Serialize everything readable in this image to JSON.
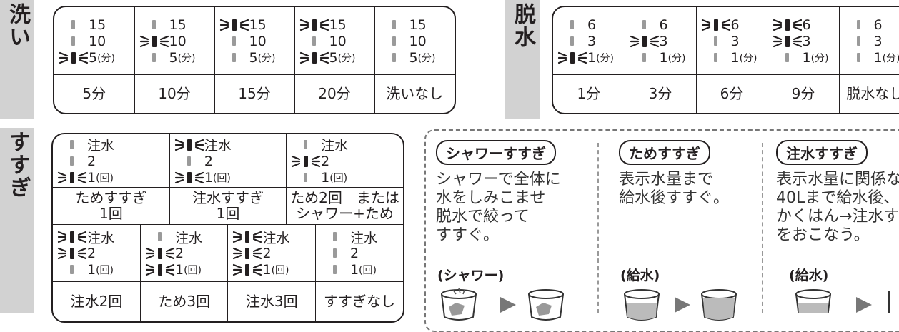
{
  "wash": {
    "header": "洗い",
    "columns": [
      {
        "rows": [
          {
            "on": false,
            "value": "15"
          },
          {
            "on": false,
            "value": "10"
          },
          {
            "on": true,
            "value": "5",
            "unit": "(分)"
          }
        ],
        "label": "5分"
      },
      {
        "rows": [
          {
            "on": false,
            "value": "15"
          },
          {
            "on": true,
            "value": "10"
          },
          {
            "on": false,
            "value": "5",
            "unit": "(分)"
          }
        ],
        "label": "10分"
      },
      {
        "rows": [
          {
            "on": true,
            "value": "15"
          },
          {
            "on": false,
            "value": "10"
          },
          {
            "on": false,
            "value": "5",
            "unit": "(分)"
          }
        ],
        "label": "15分"
      },
      {
        "rows": [
          {
            "on": true,
            "value": "15"
          },
          {
            "on": false,
            "value": "10"
          },
          {
            "on": true,
            "value": "5",
            "unit": "(分)"
          }
        ],
        "label": "20分"
      },
      {
        "rows": [
          {
            "on": false,
            "value": "15"
          },
          {
            "on": false,
            "value": "10"
          },
          {
            "on": false,
            "value": "5",
            "unit": "(分)"
          }
        ],
        "label": "洗いなし"
      }
    ]
  },
  "spin": {
    "header": "脱水",
    "columns": [
      {
        "rows": [
          {
            "on": false,
            "value": "6"
          },
          {
            "on": false,
            "value": "3"
          },
          {
            "on": true,
            "value": "1",
            "unit": "(分)"
          }
        ],
        "label": "1分"
      },
      {
        "rows": [
          {
            "on": false,
            "value": "6"
          },
          {
            "on": true,
            "value": "3"
          },
          {
            "on": false,
            "value": "1",
            "unit": "(分)"
          }
        ],
        "label": "3分"
      },
      {
        "rows": [
          {
            "on": true,
            "value": "6"
          },
          {
            "on": false,
            "value": "3"
          },
          {
            "on": false,
            "value": "1",
            "unit": "(分)"
          }
        ],
        "label": "6分"
      },
      {
        "rows": [
          {
            "on": true,
            "value": "6"
          },
          {
            "on": true,
            "value": "3"
          },
          {
            "on": false,
            "value": "1",
            "unit": "(分)"
          }
        ],
        "label": "9分"
      },
      {
        "rows": [
          {
            "on": false,
            "value": "6"
          },
          {
            "on": false,
            "value": "3"
          },
          {
            "on": false,
            "value": "1",
            "unit": "(分)"
          }
        ],
        "label": "脱水なし"
      }
    ]
  },
  "rinse": {
    "header": "すすぎ",
    "top": [
      {
        "rows": [
          {
            "on": false,
            "value": "注水"
          },
          {
            "on": false,
            "value": "2"
          },
          {
            "on": true,
            "value": "1",
            "unit": "(回)"
          }
        ],
        "label": "ためすすぎ\n1回"
      },
      {
        "rows": [
          {
            "on": true,
            "value": "注水"
          },
          {
            "on": false,
            "value": "2"
          },
          {
            "on": true,
            "value": "1",
            "unit": "(回)"
          }
        ],
        "label": "注水すすぎ\n1回"
      },
      {
        "rows": [
          {
            "on": false,
            "value": "注水"
          },
          {
            "on": true,
            "value": "2"
          },
          {
            "on": false,
            "value": "1",
            "unit": "(回)"
          }
        ],
        "label": "ため2回　または\nシャワー+ため"
      }
    ],
    "bottom": [
      {
        "rows": [
          {
            "on": true,
            "value": "注水"
          },
          {
            "on": true,
            "value": "2"
          },
          {
            "on": false,
            "value": "1",
            "unit": "(回)"
          }
        ],
        "label": "注水2回"
      },
      {
        "rows": [
          {
            "on": false,
            "value": "注水"
          },
          {
            "on": true,
            "value": "2"
          },
          {
            "on": true,
            "value": "1",
            "unit": "(回)"
          }
        ],
        "label": "ため3回"
      },
      {
        "rows": [
          {
            "on": true,
            "value": "注水"
          },
          {
            "on": true,
            "value": "2"
          },
          {
            "on": true,
            "value": "1",
            "unit": "(回)"
          }
        ],
        "label": "注水3回"
      },
      {
        "rows": [
          {
            "on": false,
            "value": "注水"
          },
          {
            "on": false,
            "value": "2"
          },
          {
            "on": false,
            "value": "1",
            "unit": "(回)"
          }
        ],
        "label": "すすぎなし"
      }
    ]
  },
  "notes": [
    {
      "title": "シャワーすすぎ",
      "desc": "シャワーで全体に\n水をしみこませ\n脱水で絞って\nすすぐ。",
      "caption": "(シャワー)"
    },
    {
      "title": "ためすすぎ",
      "desc": "表示水量まで\n給水後すすぐ。",
      "caption": "(給水)"
    },
    {
      "title": "注水すすぎ",
      "desc": "表示水量に関係な\n40Lまで給水後、\nかくはん→注水す\nをおこなう。",
      "caption": "(給水)"
    }
  ]
}
